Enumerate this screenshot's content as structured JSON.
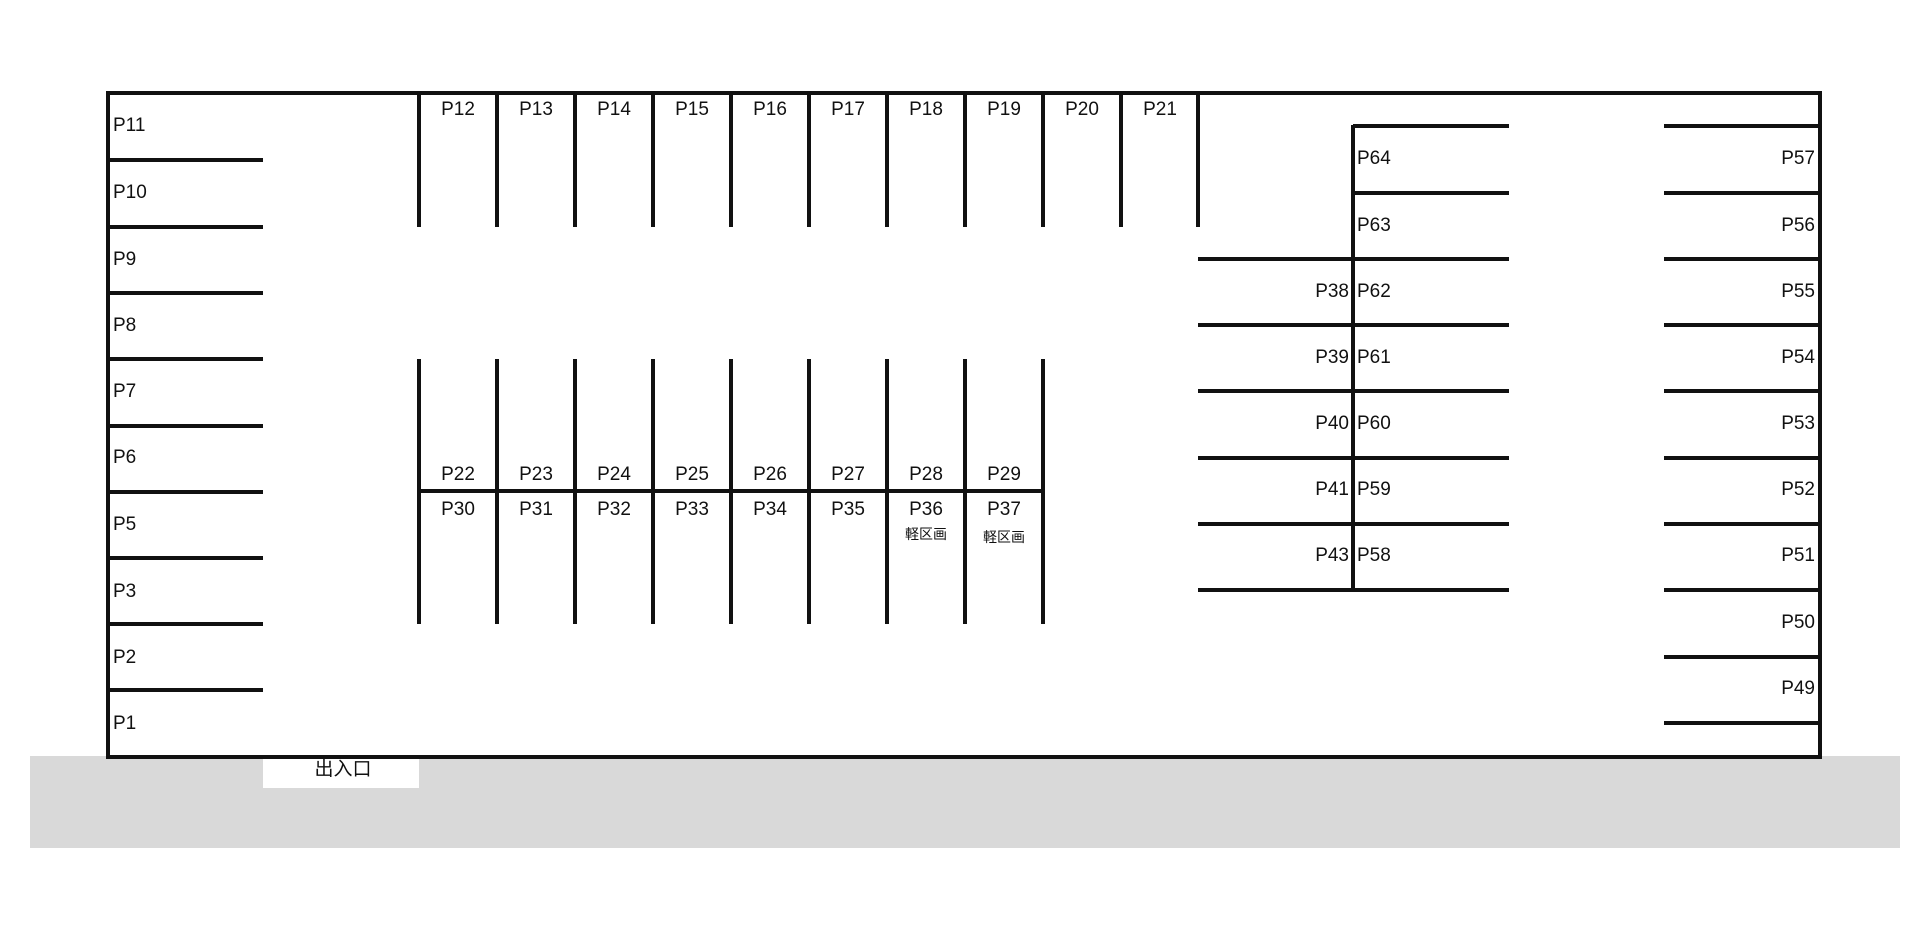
{
  "colors": {
    "line": "#111111",
    "road": "#d9d9d9",
    "background": "#ffffff"
  },
  "entrance_label": "出入口",
  "small_car_note": "軽区画",
  "spaces": {
    "left_column": [
      "P11",
      "P10",
      "P9",
      "P8",
      "P7",
      "P6",
      "P5",
      "P3",
      "P2",
      "P1"
    ],
    "top_row": [
      "P12",
      "P13",
      "P14",
      "P15",
      "P16",
      "P17",
      "P18",
      "P19",
      "P20",
      "P21"
    ],
    "middle_upper": [
      "P22",
      "P23",
      "P24",
      "P25",
      "P26",
      "P27",
      "P28",
      "P29"
    ],
    "middle_lower": [
      "P30",
      "P31",
      "P32",
      "P33",
      "P34",
      "P35",
      "P36",
      "P37"
    ],
    "right_island_left": [
      "P38",
      "P39",
      "P40",
      "P41",
      "P43"
    ],
    "right_island_right": [
      "P64",
      "P63",
      "P62",
      "P61",
      "P60",
      "P59",
      "P58"
    ],
    "far_right": [
      "P57",
      "P56",
      "P55",
      "P54",
      "P53",
      "P52",
      "P51",
      "P50",
      "P49"
    ]
  },
  "small_car_spaces": [
    "P36",
    "P37"
  ]
}
